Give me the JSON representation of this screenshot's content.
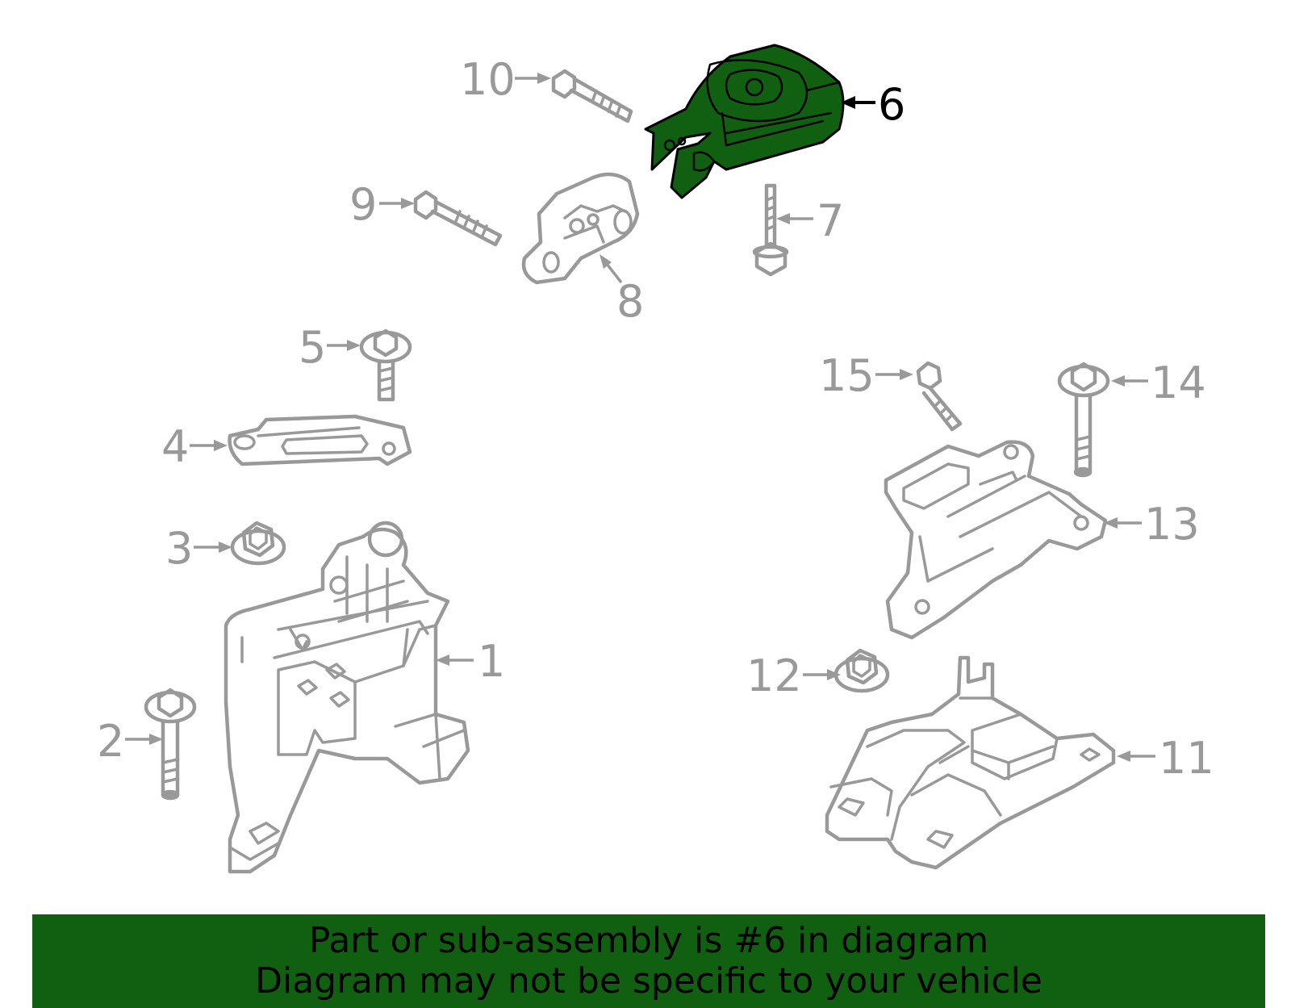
{
  "diagram": {
    "highlighted_part": "6",
    "highlight_color": "#116011",
    "line_color": "#999999",
    "callouts": [
      "1",
      "2",
      "3",
      "4",
      "5",
      "6",
      "7",
      "8",
      "9",
      "10",
      "11",
      "12",
      "13",
      "14",
      "15"
    ]
  },
  "footer": {
    "line1": "Part or sub-assembly is #6 in diagram",
    "line2": "Diagram may not be specific to your vehicle",
    "background": "#116011"
  }
}
